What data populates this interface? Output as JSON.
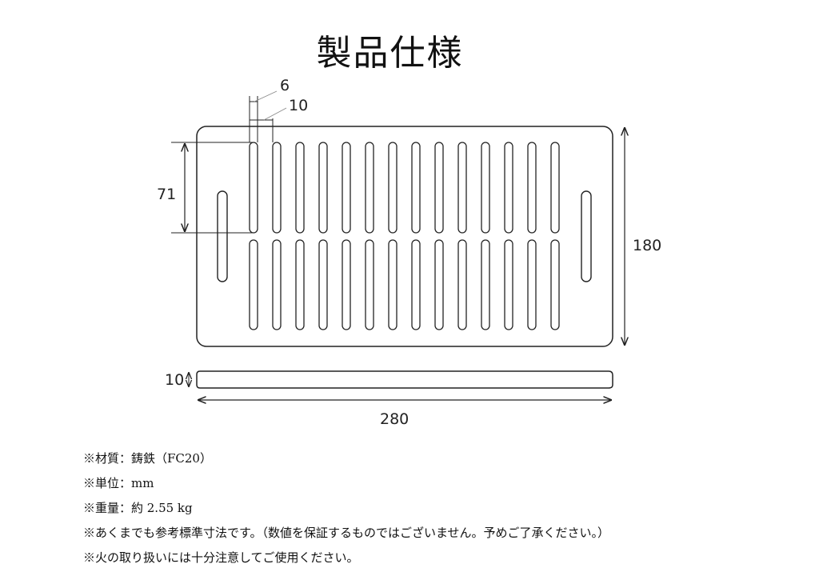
{
  "title": "製品仕様",
  "dimensions": {
    "slot_width": "6",
    "slot_pitch": "10",
    "slot_length": "71",
    "height": "180",
    "thickness": "10",
    "width": "280"
  },
  "notes": [
    "※材質：鋳鉄（FC20）",
    "※単位：mm",
    "※重量：約 2.55 kg",
    "※あくまでも参考標準寸法です。（数値を保証するものではございません。予めご了承ください。）",
    "※火の取り扱いには十分注意してご使用ください。"
  ]
}
